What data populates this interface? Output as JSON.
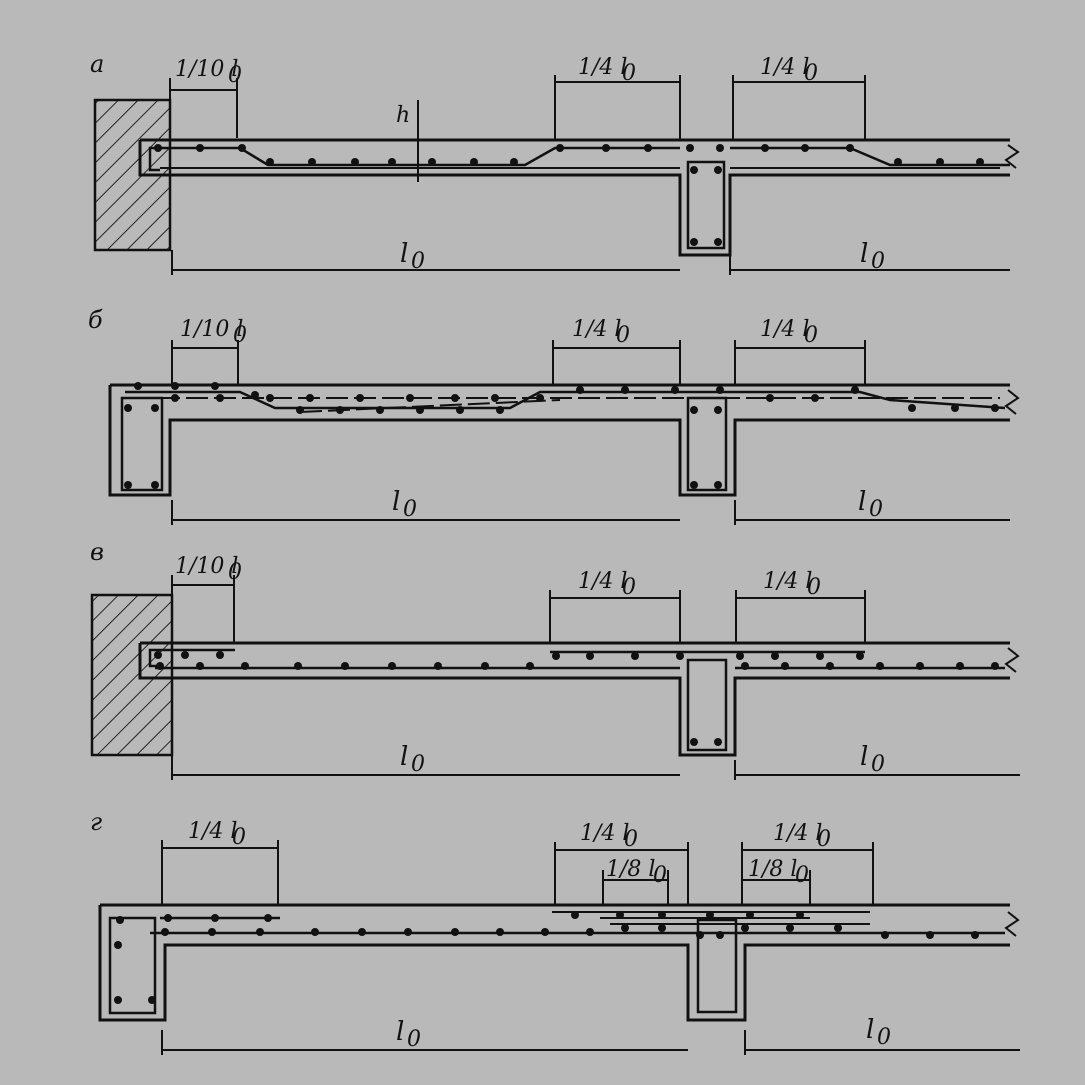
{
  "panels": [
    {
      "letter": "а",
      "support": "wall",
      "left_dim": "1/10 l",
      "mid_dim": "1/4 l",
      "right_dim": "1/4 l",
      "sub_left": "",
      "sub_right": "",
      "height_label": "h",
      "span_left": "l",
      "span_right": "l",
      "subscript": "0"
    },
    {
      "letter": "б",
      "support": "edge-beam",
      "left_dim": "1/10 l",
      "mid_dim": "1/4 l",
      "right_dim": "1/4 l",
      "sub_left": "",
      "sub_right": "",
      "height_label": "",
      "span_left": "l",
      "span_right": "l",
      "subscript": "0"
    },
    {
      "letter": "в",
      "support": "wall",
      "left_dim": "1/10 l",
      "mid_dim": "1/4 l",
      "right_dim": "1/4 l",
      "sub_left": "",
      "sub_right": "",
      "height_label": "",
      "span_left": "l",
      "span_right": "l",
      "subscript": "0"
    },
    {
      "letter": "г",
      "support": "edge-beam",
      "left_dim": "1/4 l",
      "mid_dim": "1/4 l",
      "right_dim": "1/4 l",
      "sub_left": "1/8 l",
      "sub_right": "1/8 l",
      "height_label": "",
      "span_left": "l",
      "span_right": "l",
      "subscript": "0"
    }
  ],
  "colors": {
    "background": "#b9b9b9",
    "ink": "#111111"
  }
}
